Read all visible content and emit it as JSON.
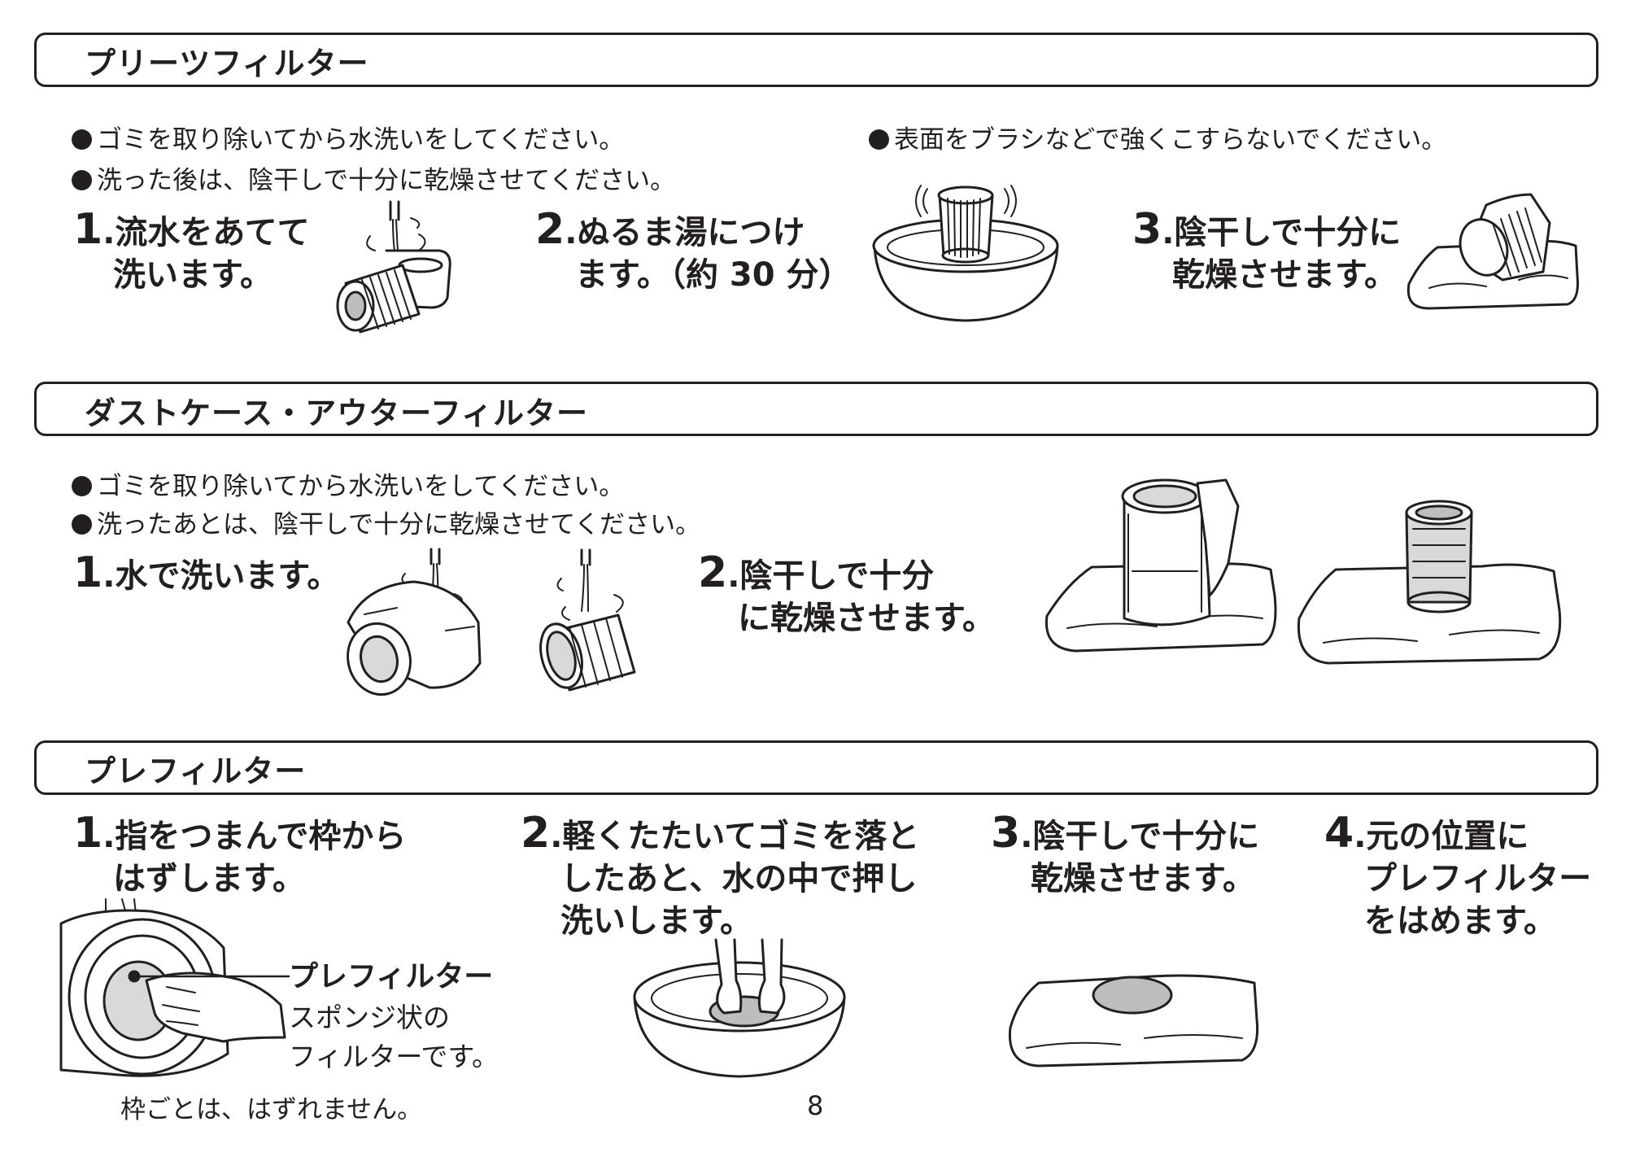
{
  "sections": {
    "pleats": {
      "title": "プリーツフィルター",
      "bullets": [
        "ゴミを取り除いてから水洗いをしてください。",
        "洗った後は、陰干しで十分に乾燥させてください。",
        "表面をブラシなどで強くこすらないでください。"
      ],
      "steps": [
        {
          "num": "1",
          "lines": [
            "流水をあてて",
            "洗います。"
          ]
        },
        {
          "num": "2",
          "lines": [
            "ぬるま湯につけ",
            "ます。（約 30 分）"
          ]
        },
        {
          "num": "3",
          "lines": [
            "陰干しで十分に",
            "乾燥させます。"
          ]
        }
      ]
    },
    "dustcase": {
      "title": "ダストケース・アウターフィルター",
      "bullets": [
        "ゴミを取り除いてから水洗いをしてください。",
        "洗ったあとは、陰干しで十分に乾燥させてください。"
      ],
      "steps": [
        {
          "num": "1",
          "lines": [
            "水で洗います。"
          ]
        },
        {
          "num": "2",
          "lines": [
            "陰干しで十分",
            "に乾燥させます。"
          ]
        }
      ]
    },
    "prefilter": {
      "title": "プレフィルター",
      "steps": [
        {
          "num": "1",
          "lines": [
            "指をつまんで枠から",
            "はずします。"
          ]
        },
        {
          "num": "2",
          "lines": [
            "軽くたたいてゴミを落と",
            "したあと、水の中で押し",
            "洗いします。"
          ]
        },
        {
          "num": "3",
          "lines": [
            "陰干しで十分に",
            "乾燥させます。"
          ]
        },
        {
          "num": "4",
          "lines": [
            "元の位置に",
            "プレフィルター",
            "をはめます。"
          ]
        }
      ],
      "callout": {
        "label": "プレフィルター",
        "desc": [
          "スポンジ状の",
          "フィルターです。"
        ]
      },
      "footnote": "枠ごとは、はずれません。"
    }
  },
  "page_number": "8",
  "icons": [
    "water-tap-icon",
    "pleats-filter-icon",
    "bowl-icon",
    "cloth-icon",
    "dust-case-icon",
    "outer-filter-icon",
    "hand-icon"
  ]
}
